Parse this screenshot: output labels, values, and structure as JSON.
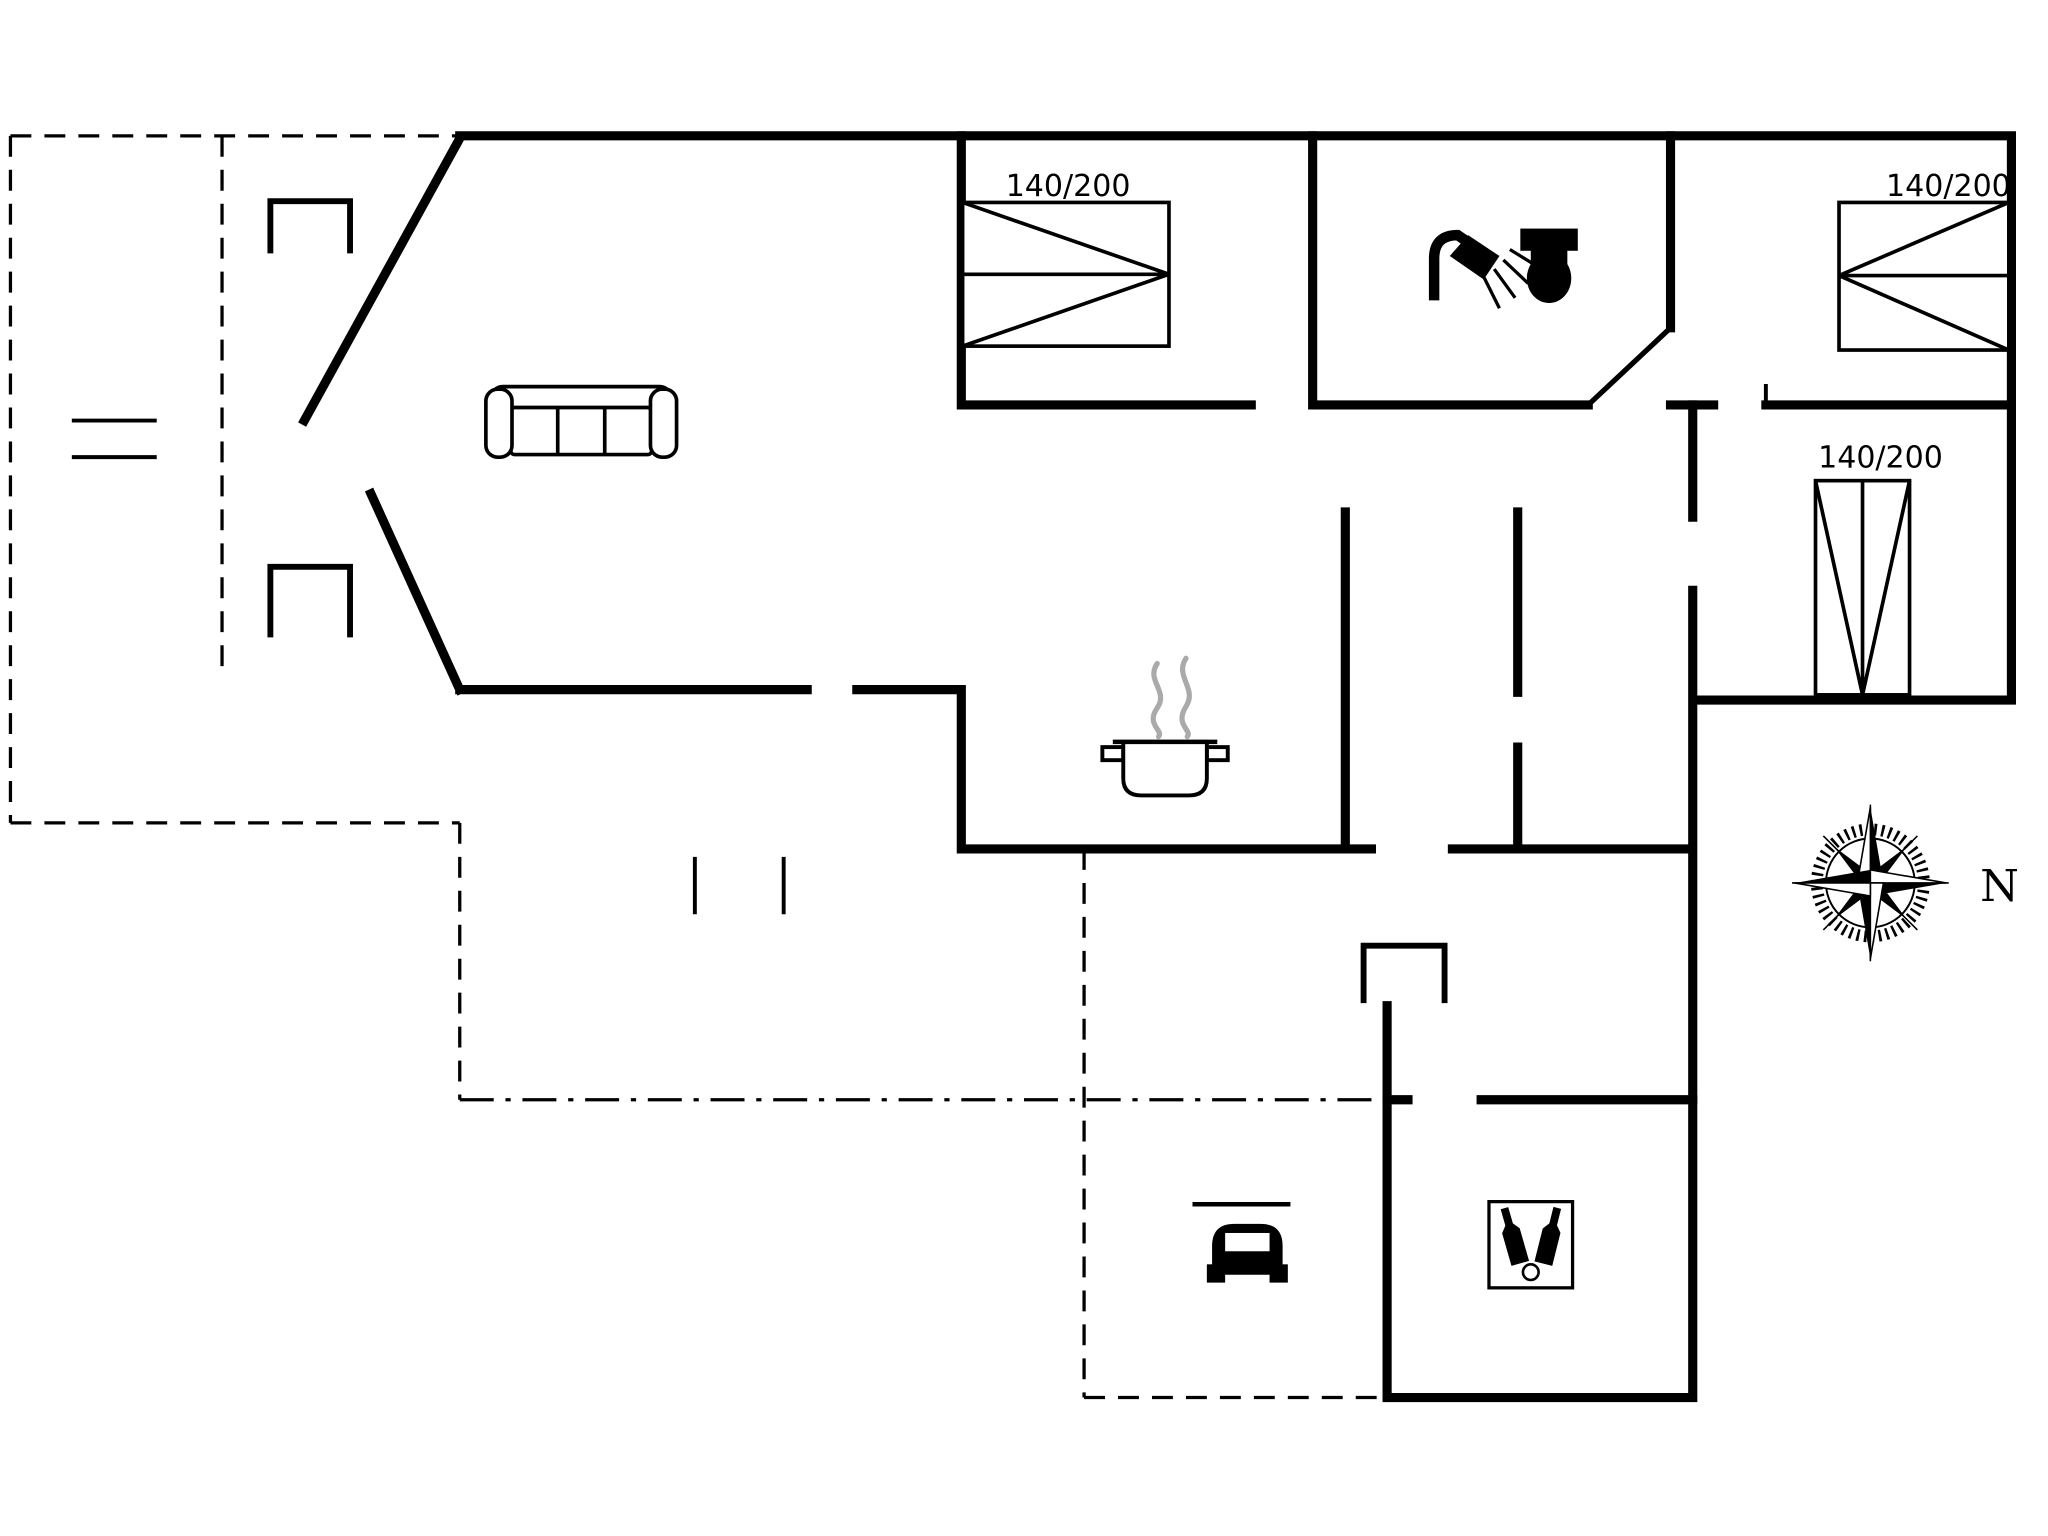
{
  "floorplan": {
    "bed_labels": [
      {
        "name": "bed-top-left-label",
        "text": "140/200"
      },
      {
        "name": "bed-top-right-label",
        "text": "140/200"
      },
      {
        "name": "bed-right-label",
        "text": "140/200"
      }
    ],
    "compass": {
      "north_label": "N"
    },
    "colors": {
      "line": "#000000",
      "background": "#ffffff",
      "steam": "#aaaaaa"
    },
    "icons": [
      "sofa-icon",
      "double-bed-icon",
      "shower-icon",
      "toilet-icon",
      "cooking-pot-icon",
      "car-icon",
      "bottles-icon",
      "compass-rose-icon",
      "door-swing-icon",
      "window-tick-icon"
    ]
  }
}
